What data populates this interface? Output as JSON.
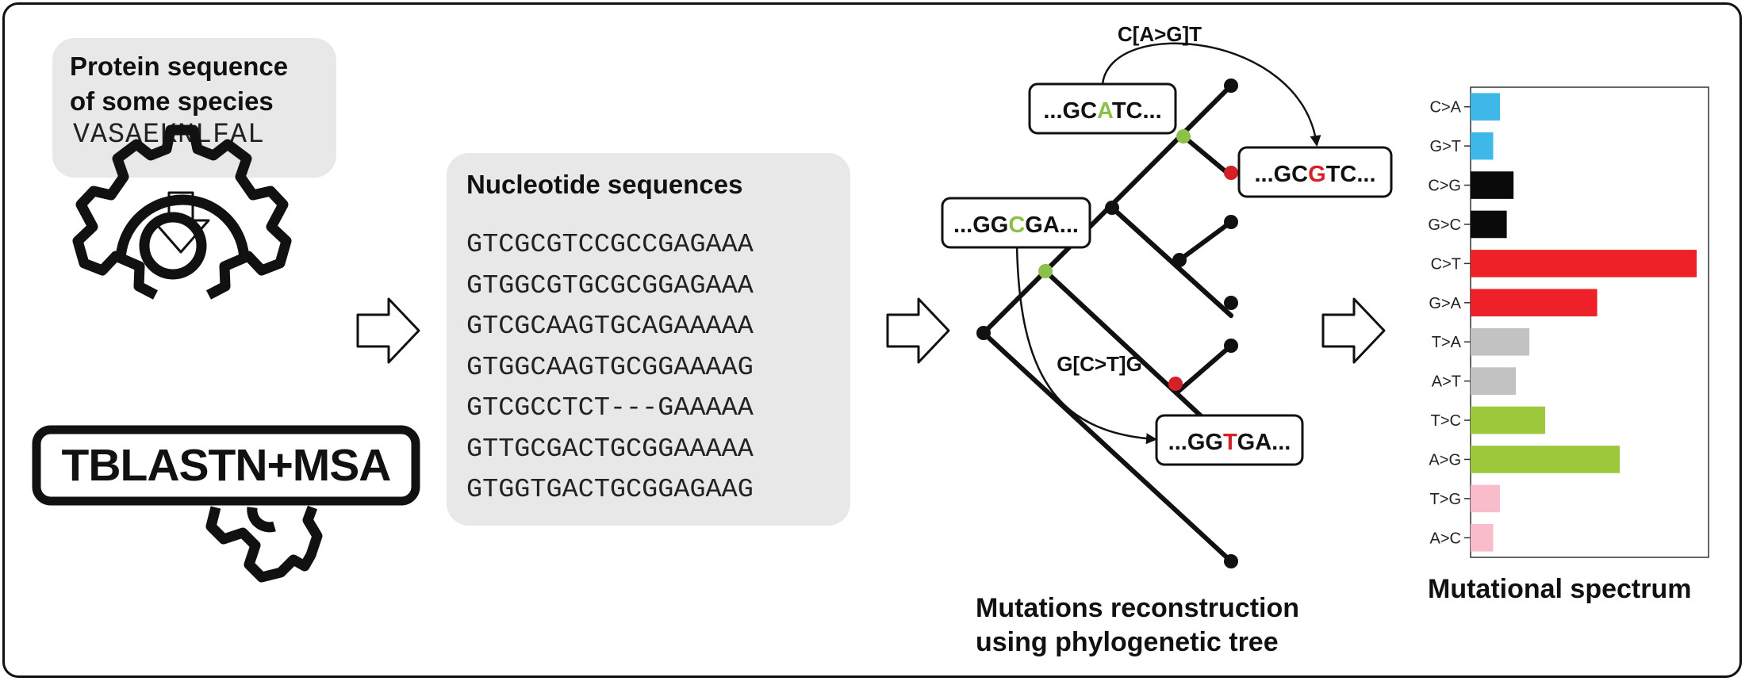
{
  "protein": {
    "title_line1": "Protein sequence",
    "title_line2": "of some species",
    "sequence": "VASAEKNLFAL"
  },
  "tool": {
    "label": "TBLASTN+MSA"
  },
  "nucleotide": {
    "title": "Nucleotide sequences",
    "sequences": [
      "GTCGCGTCCGCCGAGAAA",
      "GTGGCGTGCGCGGAGAAA",
      "GTCGCAAGTGCAGAAAAA",
      "GTGGCAAGTGCGGAAAAG",
      "GTCGCCTCT---GAAAAA",
      "GTTGCGACTGCGGAAAAA",
      "GTGGTGACTGCGGAGAAG"
    ]
  },
  "tree": {
    "mutation_top": "C[A>G]T",
    "mutation_mid": "G[C>T]G",
    "seq_top": {
      "pre": "...GC",
      "base": "A",
      "post": "TC..."
    },
    "seq_right": {
      "pre": "...GC",
      "base": "G",
      "post": "TC..."
    },
    "seq_left": {
      "pre": "...GG",
      "base": "C",
      "post": "GA..."
    },
    "seq_bottom": {
      "pre": "...GG",
      "base": "T",
      "post": "GA..."
    },
    "caption_line1": "Mutations reconstruction",
    "caption_line2": "using phylogenetic tree"
  },
  "colors": {
    "ancestral": "#8dc04a",
    "derived": "#d42027"
  },
  "spectrum": {
    "title": "Mutational spectrum"
  },
  "chart_data": {
    "type": "bar",
    "orientation": "horizontal",
    "categories": [
      "C>A",
      "G>T",
      "C>G",
      "G>C",
      "C>T",
      "G>A",
      "T>A",
      "A>T",
      "T>C",
      "A>G",
      "T>G",
      "A>C"
    ],
    "values": [
      0.13,
      0.1,
      0.19,
      0.16,
      1.0,
      0.56,
      0.26,
      0.2,
      0.33,
      0.66,
      0.13,
      0.1
    ],
    "colors": [
      "#3db8e8",
      "#3db8e8",
      "#0a0a0a",
      "#0a0a0a",
      "#ee2128",
      "#ee2128",
      "#c2c2c2",
      "#c2c2c2",
      "#9bc93b",
      "#9bc93b",
      "#f8bccb",
      "#f8bccb"
    ],
    "grid": false
  }
}
